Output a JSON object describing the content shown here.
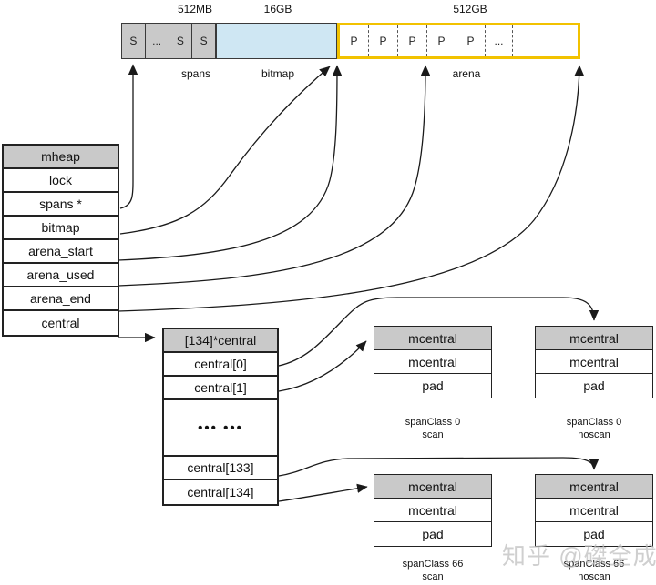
{
  "colors": {
    "arena_border": "#f2c200",
    "bitmap_fill": "#cfe7f3",
    "cell_gray": "#c9c9c9",
    "line": "#1a1a1a"
  },
  "memory_bar": {
    "spans_size": "512MB",
    "bitmap_size": "16GB",
    "arena_size": "512GB",
    "spans_caption": "spans",
    "bitmap_caption": "bitmap",
    "arena_caption": "arena",
    "span_cells": [
      "S",
      "...",
      "S",
      "S"
    ],
    "arena_cells": [
      "P",
      "P",
      "P",
      "P",
      "P",
      "...",
      ""
    ]
  },
  "mheap": {
    "title": "mheap",
    "rows": [
      "lock",
      "spans *",
      "bitmap",
      "arena_start",
      "arena_used",
      "arena_end",
      "central"
    ]
  },
  "central_array": {
    "title": "[134]*central",
    "rows": [
      "central[0]",
      "central[1]",
      "••• •••",
      "central[133]",
      "central[134]"
    ]
  },
  "mcentrals": [
    {
      "title": "mcentral",
      "row1": "mcentral",
      "row2": "pad",
      "caption1": "spanClass 0",
      "caption2": "scan"
    },
    {
      "title": "mcentral",
      "row1": "mcentral",
      "row2": "pad",
      "caption1": "spanClass 0",
      "caption2": "noscan"
    },
    {
      "title": "mcentral",
      "row1": "mcentral",
      "row2": "pad",
      "caption1": "spanClass 66",
      "caption2": "scan"
    },
    {
      "title": "mcentral",
      "row1": "mcentral",
      "row2": "pad",
      "caption1": "spanClass 66",
      "caption2": "noscan"
    }
  ],
  "watermark": {
    "text": "知乎 @磔全成"
  }
}
